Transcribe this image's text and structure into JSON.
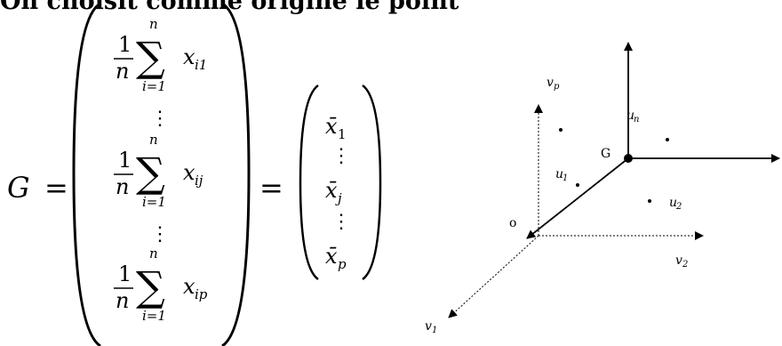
{
  "heading": "On choisit comme origine le point",
  "equation": {
    "lhs": "G",
    "equals": "=",
    "frac_num": "1",
    "frac_den": "n",
    "sum_symbol": "∑",
    "sum_upper": "n",
    "sum_lower": "i=1",
    "vdots": "⋮",
    "row1_var": "x",
    "row1_sub": "i1",
    "rowj_var": "x",
    "rowj_sub": "ij",
    "rowp_var": "x",
    "rowp_sub": "ip",
    "mean1_var": "x̄",
    "mean1_sub": "1",
    "meanj_var": "x̄",
    "meanj_sub": "j",
    "meanp_var": "x̄",
    "meanp_sub": "p"
  },
  "diagram": {
    "labels": {
      "vp": "v",
      "vp_sub": "p",
      "v1": "v",
      "v1_sub": "1",
      "v2": "v",
      "v2_sub": "2",
      "origin": "o",
      "center": "G",
      "u1": "u",
      "u1_sub": "1",
      "u2": "u",
      "u2_sub": "2",
      "un": "u",
      "un_sub": "n"
    }
  }
}
